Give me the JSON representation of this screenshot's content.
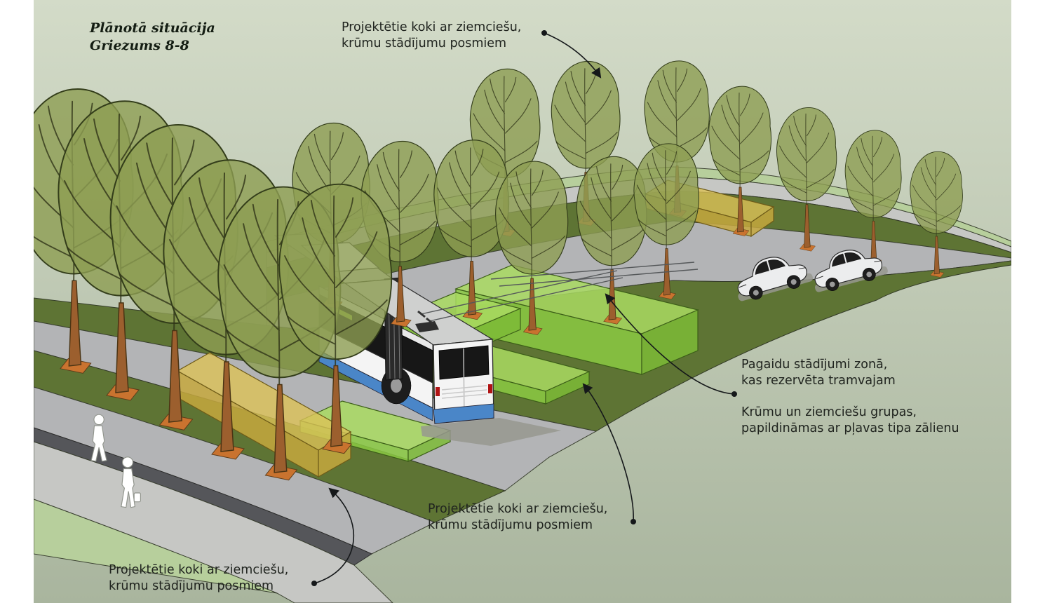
{
  "title": {
    "line1": "Plānotā situācija",
    "line2": "Griezums 8-8"
  },
  "annotations": {
    "top_trees": {
      "line1": "Projektētie koki ar ziemciešu,",
      "line2": "krūmu stādījumu posmiem"
    },
    "temporary_plantings": {
      "line1": "Pagaidu stādījumi zonā,",
      "line2": "kas rezervēta tramvajam"
    },
    "shrub_groups": {
      "line1": "Krūmu un ziemciešu grupas,",
      "line2": "papildināmas ar pļavas tipa zālienu"
    },
    "center_trees": {
      "line1": "Projektētie koki ar ziemciešu,",
      "line2": "krūmu stādījumu posmiem"
    },
    "bottom_left_trees": {
      "line1": "Projektētie koki ar ziemciešu,",
      "line2": "krūmu stādījumu posmiem"
    }
  },
  "colors": {
    "background_top": "#d3dbc8",
    "background_bottom": "#a9b59e",
    "pavement": "#b3b4b6",
    "sidewalk": "#c6c7c4",
    "bike_path": "#b7cf9c",
    "grass_dark": "#5e7434",
    "curb_dark": "#55565a",
    "foliage": "#8d9e52",
    "trunk": "#9c5f2e",
    "mulch": "#c9732f",
    "planter_yellow": "#dcc257",
    "planting_box_green": "#8bca43",
    "bus_white": "#f4f4f4",
    "bus_blue": "#4a86c8",
    "route_sign_green": "#a6d23e"
  }
}
